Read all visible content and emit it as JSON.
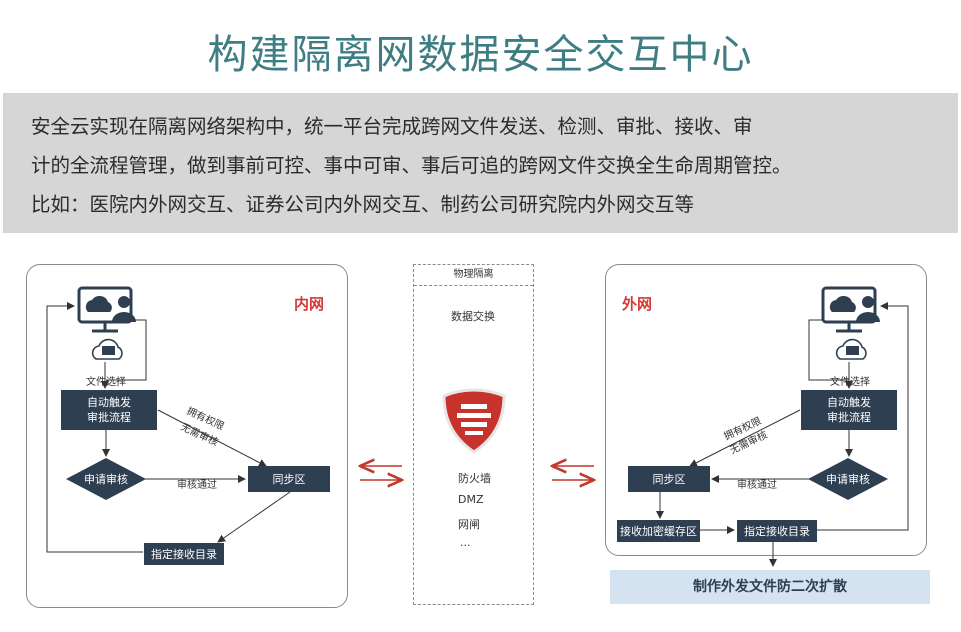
{
  "title": "构建隔离网数据安全交互中心",
  "description": [
    "安全云实现在隔离网络架构中，统一平台完成跨网文件发送、检测、审批、接收、审",
    "计的全流程管理，做到事前可控、事中可审、事后可追的跨网文件交换全生命周期管控。",
    "比如：医院内外网交互、证券公司内外网交互、制药公司研究院内外网交互等"
  ],
  "inner": {
    "label": "内网",
    "file_select": "文件选择",
    "auto_trigger": "自动触发\n审批流程",
    "privilege_1": "拥有权限",
    "privilege_2": "无需审核",
    "apply_review": "申请审核",
    "review_pass": "审核通过",
    "sync_zone": "同步区",
    "target_dir": "指定接收目录"
  },
  "middle": {
    "header": "物理隔离",
    "data_exchange": "数据交换",
    "items": [
      "防火墙",
      "DMZ",
      "网闸",
      "..."
    ]
  },
  "outer": {
    "label": "外网",
    "file_select": "文件选择",
    "auto_trigger": "自动触发\n审批流程",
    "privilege_1": "拥有权限",
    "privilege_2": "无需审核",
    "apply_review": "申请审核",
    "review_pass": "审核通过",
    "sync_zone": "同步区",
    "encrypt_cache": "接收加密缓存区",
    "target_dir": "指定接收目录"
  },
  "banner": "制作外发文件防二次扩散",
  "colors": {
    "title": "#3e7d83",
    "box": "#2f3f52",
    "accent": "#d23a3a",
    "banner_bg": "#d4e3ef",
    "desc_bg": "#d6d6d6"
  }
}
